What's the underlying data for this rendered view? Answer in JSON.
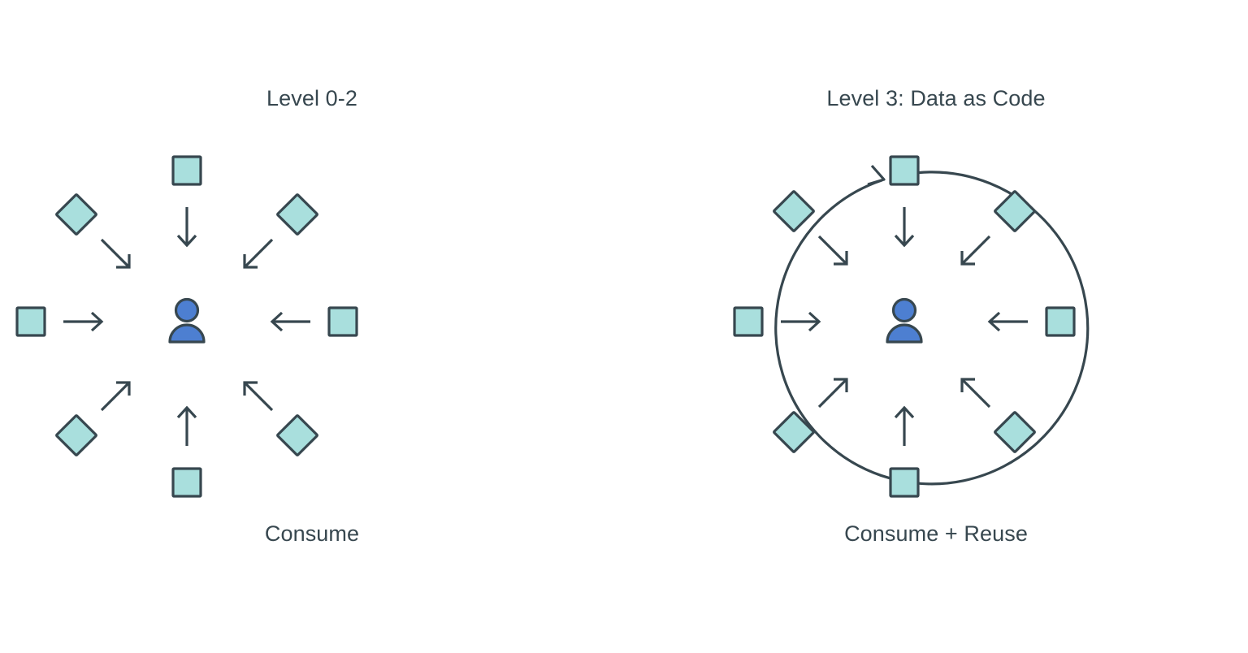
{
  "figure": {
    "background_color": "#ffffff",
    "stroke_color": "#37474f",
    "node_fill_color": "#a9dfdd",
    "person_color": "#4d7fd1",
    "text_color": "#37474f"
  },
  "panels": [
    {
      "id": "level-0-2",
      "title": "Level 0-2",
      "caption": "Consume",
      "has_ring": false,
      "center_icon": "person-icon",
      "nodes": [
        {
          "shape": "square",
          "position": "top",
          "arrow": "arrow-down-icon"
        },
        {
          "shape": "diamond",
          "position": "top-right",
          "arrow": "arrow-down-left-icon"
        },
        {
          "shape": "square",
          "position": "right",
          "arrow": "arrow-left-icon"
        },
        {
          "shape": "diamond",
          "position": "bottom-right",
          "arrow": "arrow-up-left-icon"
        },
        {
          "shape": "square",
          "position": "bottom",
          "arrow": "arrow-up-icon"
        },
        {
          "shape": "diamond",
          "position": "bottom-left",
          "arrow": "arrow-up-right-icon"
        },
        {
          "shape": "square",
          "position": "left",
          "arrow": "arrow-right-icon"
        },
        {
          "shape": "diamond",
          "position": "top-left",
          "arrow": "arrow-down-right-icon"
        }
      ]
    },
    {
      "id": "level-3",
      "title": "Level 3: Data as Code",
      "caption": "Consume + Reuse",
      "has_ring": true,
      "ring_direction": "clockwise",
      "center_icon": "person-icon",
      "nodes": [
        {
          "shape": "square",
          "position": "top",
          "arrow": "arrow-down-icon"
        },
        {
          "shape": "diamond",
          "position": "top-right",
          "arrow": "arrow-down-left-icon"
        },
        {
          "shape": "square",
          "position": "right",
          "arrow": "arrow-left-icon"
        },
        {
          "shape": "diamond",
          "position": "bottom-right",
          "arrow": "arrow-up-left-icon"
        },
        {
          "shape": "square",
          "position": "bottom",
          "arrow": "arrow-up-icon"
        },
        {
          "shape": "diamond",
          "position": "bottom-left",
          "arrow": "arrow-up-right-icon"
        },
        {
          "shape": "square",
          "position": "left",
          "arrow": "arrow-right-icon"
        },
        {
          "shape": "diamond",
          "position": "top-left",
          "arrow": "arrow-down-right-icon"
        }
      ]
    }
  ]
}
